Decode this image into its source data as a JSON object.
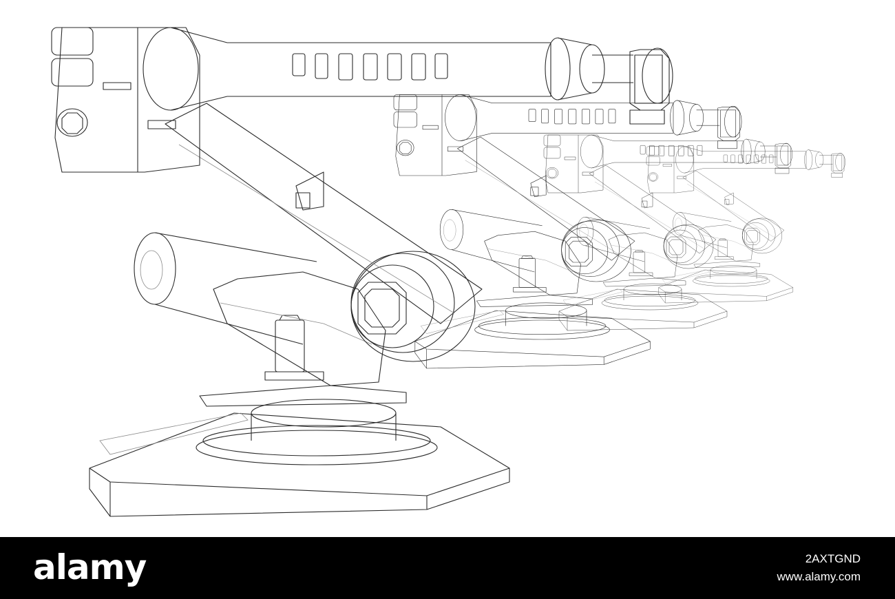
{
  "stock_watermark": {
    "brand": "alamy",
    "image_id": "2AXTGND",
    "site": "www.alamy.com",
    "background_color": "#000000",
    "text_color": "#ffffff"
  },
  "illustration": {
    "style": "wireframe line drawing",
    "stroke_color": "#2a2a2a",
    "background_color": "#ffffff",
    "robot_count": 4
  }
}
